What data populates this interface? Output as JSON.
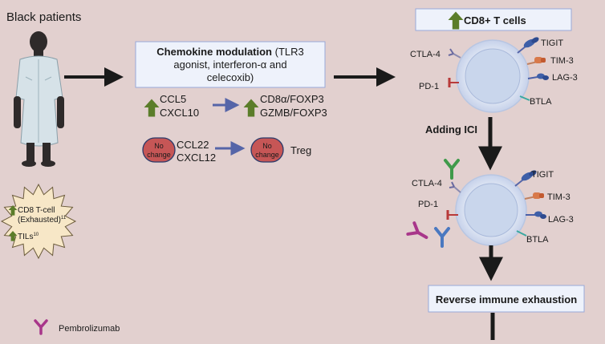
{
  "patient_label": "Black patients",
  "burst": {
    "line1": "CD8 T-cell",
    "line2": "(Exhausted)",
    "sup1": "11",
    "line3": "TILs",
    "sup2": "10"
  },
  "chemokine_box": {
    "bold": "Chemokine modulation",
    "rest1": " (TLR3",
    "line2": "agonist, interferon-α and",
    "line3": "celecoxib)"
  },
  "up_chemokines": [
    "CCL5",
    "CXCL10"
  ],
  "up_ratios": [
    "CD8α/FOXP3",
    "GZMB/FOXP3"
  ],
  "no_change_label": [
    "No",
    "change"
  ],
  "down_chemokines": [
    "CCL22",
    "CXCL12"
  ],
  "treg_label": "Treg",
  "cd8_box": "CD8+ T cells",
  "receptors": {
    "ctla4": "CTLA-4",
    "pd1": "PD-1",
    "tigit": "TIGIT",
    "tim3": "TIM-3",
    "lag3": "LAG-3",
    "btla": "BTLA"
  },
  "adding_ici": "Adding ICI",
  "reverse_box": "Reverse immune exhaustion",
  "legend_label": "Pembrolizumab",
  "colors": {
    "background": "#e2d0cf",
    "box_fill": "#eef2fb",
    "box_border": "#98a9d8",
    "up_arrow": "#5b7d2a",
    "blue_arrow": "#5565a8",
    "no_change": "#c65656",
    "burst_fill": "#f7e7c7",
    "pembrolizumab": "#a8368a"
  }
}
